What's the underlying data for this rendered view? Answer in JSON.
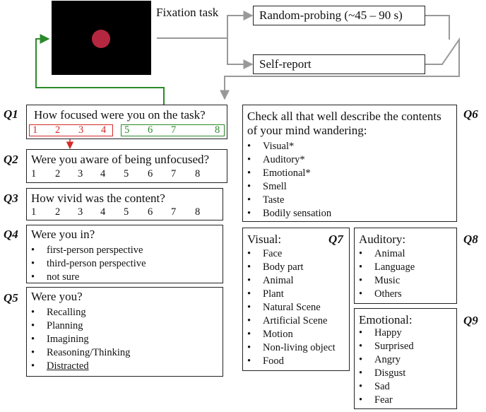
{
  "fixation": {
    "label": "Fixation task"
  },
  "flow": {
    "probe_label": "Random-probing (~45 – 90 s)",
    "selfreport_label": "Self-report"
  },
  "q1": {
    "id": "Q1",
    "text": "How focused were you on the task?",
    "unfocused_values": [
      "1",
      "2",
      "3",
      "4"
    ],
    "focused_values": [
      "5",
      "6",
      "7",
      "8"
    ]
  },
  "q2": {
    "id": "Q2",
    "text": "Were you aware of being unfocused?",
    "values": [
      "1",
      "2",
      "3",
      "4",
      "5",
      "6",
      "7",
      "8"
    ]
  },
  "q3": {
    "id": "Q3",
    "text": "How vivid was the content?",
    "values": [
      "1",
      "2",
      "3",
      "4",
      "5",
      "6",
      "7",
      "8"
    ]
  },
  "q4": {
    "id": "Q4",
    "text": "Were you in?",
    "items": [
      "first-person perspective",
      "third-person perspective",
      "not sure"
    ]
  },
  "q5": {
    "id": "Q5",
    "text": "Were you?",
    "items": [
      "Recalling",
      "Planning",
      "Imagining",
      "Reasoning/Thinking",
      "Distracted"
    ]
  },
  "q6": {
    "id": "Q6",
    "text_line1": "Check all that well describe the contents",
    "text_line2": "of your mind wandering:",
    "items": [
      "Visual*",
      "Auditory*",
      "Emotional*",
      "Smell",
      "Taste",
      "Bodily sensation"
    ]
  },
  "q7": {
    "id": "Q7",
    "text": "Visual:",
    "items": [
      "Face",
      "Body part",
      "Animal",
      "Plant",
      "Natural Scene",
      "Artificial Scene",
      "Motion",
      "Non-living object",
      "Food"
    ]
  },
  "q8": {
    "id": "Q8",
    "text": "Auditory:",
    "items": [
      "Animal",
      "Language",
      "Music",
      "Others"
    ]
  },
  "q9": {
    "id": "Q9",
    "text": "Emotional:",
    "items": [
      "Happy",
      "Surprised",
      "Angry",
      "Disgust",
      "Sad",
      "Fear"
    ]
  },
  "colors": {
    "unfocused": "#d42a2a",
    "focused": "#2a8a2a",
    "fixation_dot": "#b5273f",
    "connector": "#999999"
  },
  "bullet": "•"
}
